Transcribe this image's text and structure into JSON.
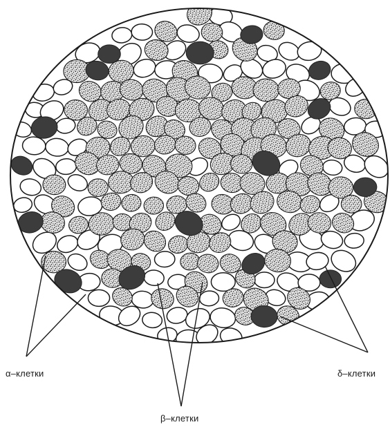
{
  "labels": {
    "alpha": "α–клетки",
    "beta": "β–клетки",
    "delta": "δ–клетки"
  },
  "colors": {
    "outline": "#1a1a1a",
    "alpha_fill": "#ffffff",
    "beta_fill": "#d9d9d9",
    "beta_dots": "#3a3a3a",
    "delta_fill": "#3c3c3c",
    "background": "#ffffff"
  }
}
